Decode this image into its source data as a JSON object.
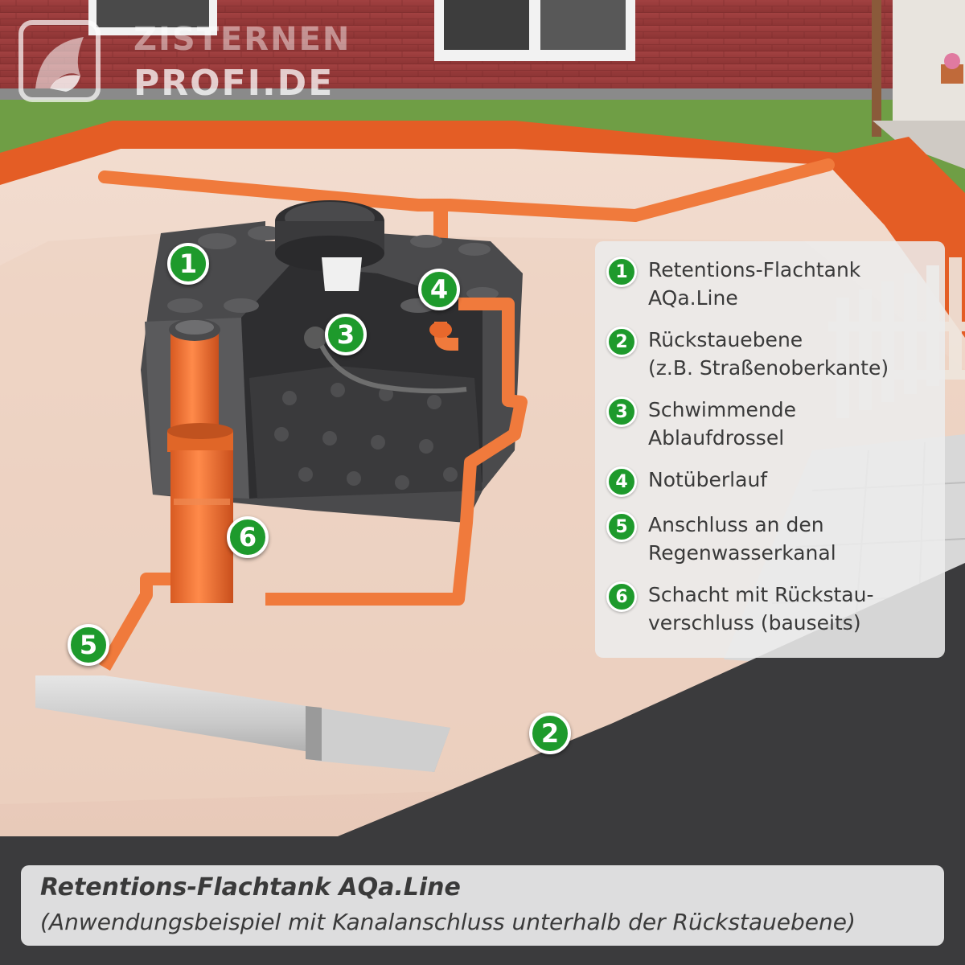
{
  "logo": {
    "line1": "ZISTERNEN",
    "line2": "PROFI.DE"
  },
  "markers": [
    {
      "label": "1"
    },
    {
      "label": "2"
    },
    {
      "label": "3"
    },
    {
      "label": "4"
    },
    {
      "label": "5"
    },
    {
      "label": "6"
    }
  ],
  "legend": {
    "items": [
      {
        "num": "1",
        "text": "Retentions-Flachtank\nAQa.Line"
      },
      {
        "num": "2",
        "text": "Rückstauebene\n(z.B. Straßenoberkante)"
      },
      {
        "num": "3",
        "text": "Schwimmende\nAblaufdrossel"
      },
      {
        "num": "4",
        "text": "Notüberlauf"
      },
      {
        "num": "5",
        "text": "Anschluss an den\nRegenwasserkanal"
      },
      {
        "num": "6",
        "text": "Schacht mit Rückstau-\nverschluss (bauseits)"
      }
    ]
  },
  "caption": {
    "title": "Retentions-Flachtank AQa.Line",
    "subtitle": "(Anwendungsbeispiel mit Kanalanschluss unterhalb der Rückstauebene)"
  },
  "colors": {
    "marker_green": "#1e9a2c",
    "pipe_orange": "#f07a3c",
    "tank_gray": "#4a4a4c",
    "brick_red": "#9b3a3a",
    "grass_green": "#6f9e45",
    "asphalt": "#3b3b3d"
  }
}
